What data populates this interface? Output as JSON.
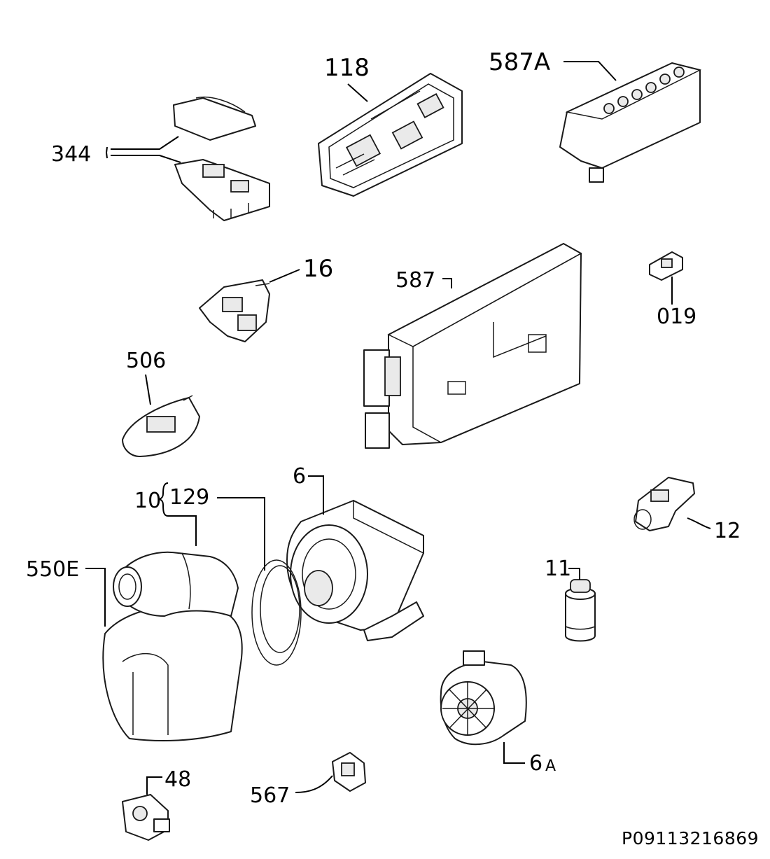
{
  "diagram": {
    "reference_code": "P09113216869",
    "parts": [
      {
        "id": "118"
      },
      {
        "id": "587A"
      },
      {
        "id": "344"
      },
      {
        "id": "16"
      },
      {
        "id": "587"
      },
      {
        "id": "019"
      },
      {
        "id": "506"
      },
      {
        "id": "10"
      },
      {
        "id": "129"
      },
      {
        "id": "6"
      },
      {
        "id": "12"
      },
      {
        "id": "550E"
      },
      {
        "id": "11"
      },
      {
        "id": "6A"
      },
      {
        "id": "48"
      },
      {
        "id": "567"
      }
    ]
  }
}
